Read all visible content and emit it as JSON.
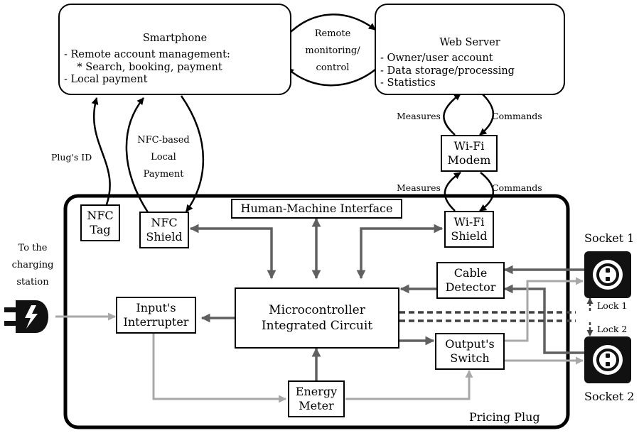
{
  "smartphone": {
    "title": "Smartphone",
    "items": [
      "-  Remote account management:",
      "    * Search, booking, payment",
      "-  Local payment"
    ]
  },
  "web_server": {
    "title": "Web Server",
    "items": [
      "-  Owner/user account",
      "-  Data storage/processing",
      "-  Statistics"
    ]
  },
  "remote_label": [
    "Remote",
    "monitoring/",
    "control"
  ],
  "measures_label": "Measures",
  "commands_label": "Commands",
  "plugs_id_label": "Plug's ID",
  "nfc_payment_label": [
    "NFC-based",
    "Local",
    "Payment"
  ],
  "wifi_modem": [
    "Wi-Fi",
    "Modem"
  ],
  "to_station_label": [
    "To the",
    "charging",
    "station"
  ],
  "nfc_tag": [
    "NFC",
    "Tag"
  ],
  "nfc_shield": [
    "NFC",
    "Shield"
  ],
  "hmi": "Human-Machine Interface",
  "wifi_shield": [
    "Wi-Fi",
    "Shield"
  ],
  "cable_detector": [
    "Cable",
    "Detector"
  ],
  "input_interrupter": [
    "Input's",
    "Interrupter"
  ],
  "microcontroller": [
    "Microcontroller",
    "Integrated Circuit"
  ],
  "output_switch": [
    "Output's",
    "Switch"
  ],
  "energy_meter": [
    "Energy",
    "Meter"
  ],
  "pricing_plug_label": "Pricing Plug",
  "socket1_label": "Socket 1",
  "socket2_label": "Socket 2",
  "lock1_label": "Lock 1",
  "lock2_label": "Lock 2",
  "colors": {
    "dark_arrow": "#606060",
    "light_arrow": "#a8a8a8",
    "black": "#000000"
  }
}
